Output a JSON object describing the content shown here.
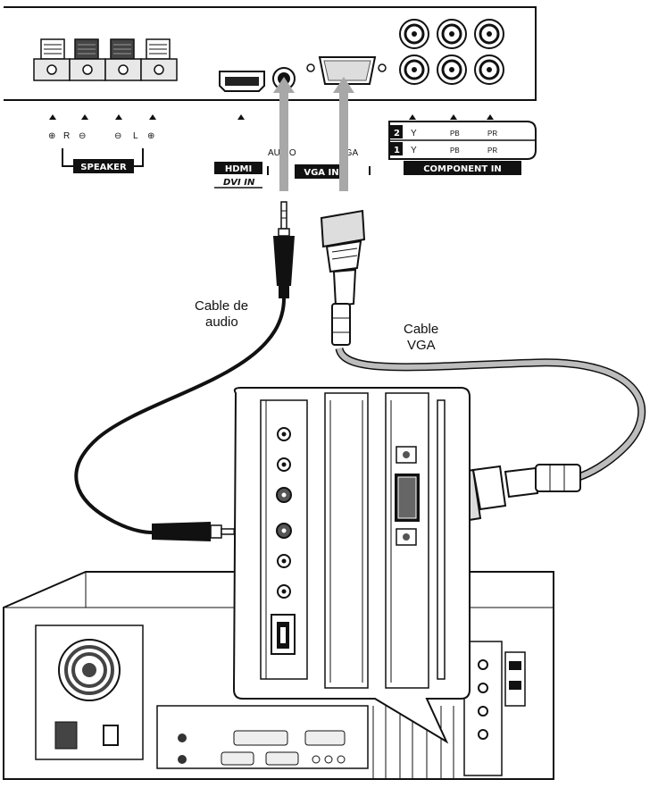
{
  "tv_panel": {
    "speaker_section": {
      "badge": "SPEAKER",
      "marks": {
        "plus_r": "⊕",
        "r": "R",
        "minus_r": "⊖",
        "minus_l": "⊖",
        "l": "L",
        "plus_l": "⊕"
      }
    },
    "hdmi_badge": "HDMI",
    "dvi_badge": "DVI IN",
    "audio_label": "AUDIO",
    "vga_label": "VGA",
    "vga_badge": "VGA IN",
    "component_section": {
      "badge": "COMPONENT IN",
      "row2": {
        "num": "2",
        "y": "Y",
        "pb": "PB",
        "pr": "PR"
      },
      "row1": {
        "num": "1",
        "y": "Y",
        "pb": "PB",
        "pr": "PR"
      }
    }
  },
  "cables": {
    "audio_caption_line1": "Cable de",
    "audio_caption_line2": "audio",
    "vga_caption_line1": "Cable",
    "vga_caption_line2": "VGA"
  }
}
